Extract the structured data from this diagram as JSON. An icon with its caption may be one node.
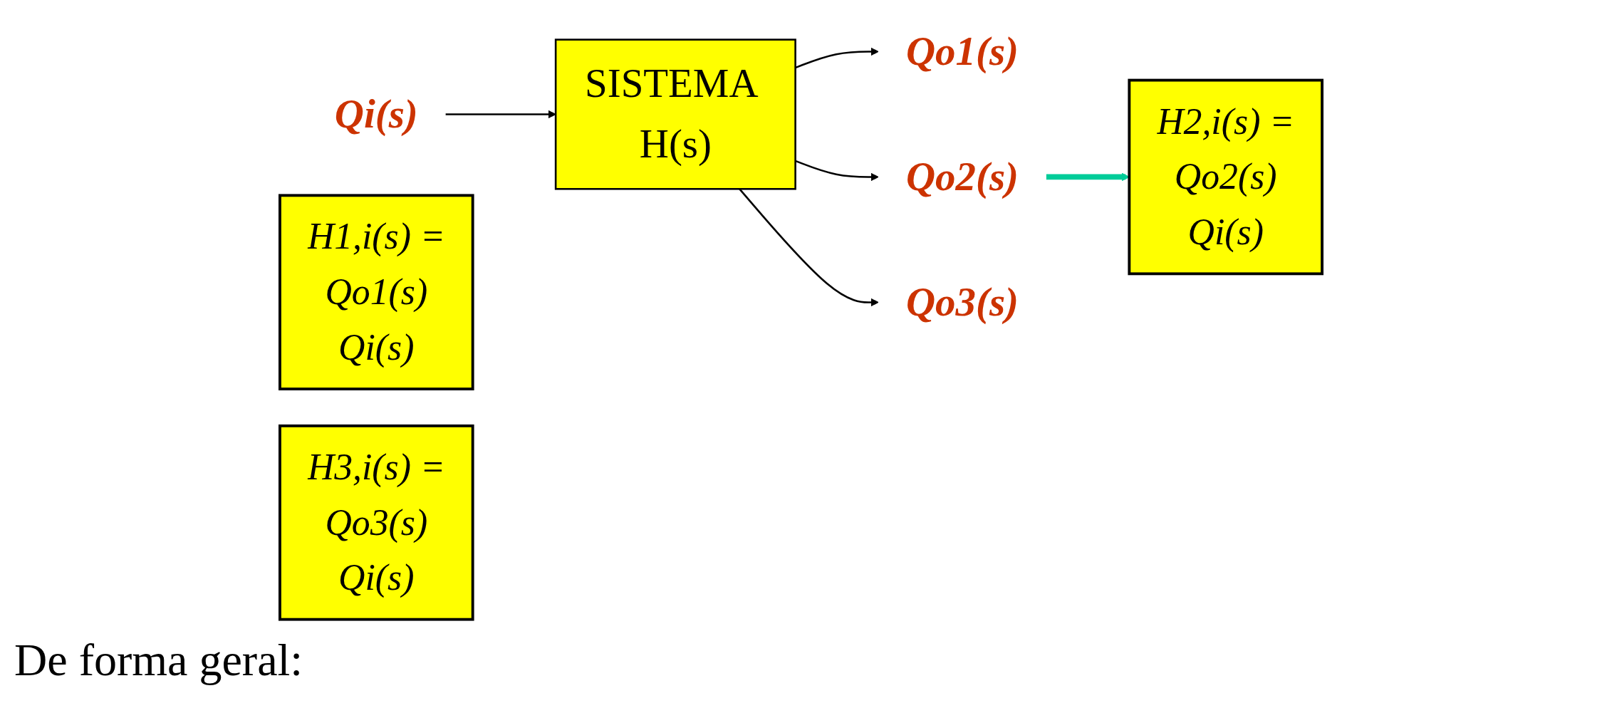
{
  "diagram": {
    "nodes": [
      {
        "text": [
          "Qi(s)"
        ]
      },
      {
        "text": [
          "SISTEMA H(s)"
        ]
      },
      {
        "text": [
          "Qo1(s)"
        ]
      },
      {
        "text": [
          "Qo2(s)"
        ]
      },
      {
        "text": [
          "Qo3(s)"
        ]
      },
      {
        "text": [
          "H1,i(s) =",
          "Qo1(s)",
          "Qi(s)"
        ]
      },
      {
        "text": [
          "H2,i(s) =",
          "Qo2(s)",
          "Qi(s)"
        ]
      },
      {
        "text": [
          "H3,i(s) =",
          "Qo3(s)",
          "Qi(s)"
        ]
      }
    ],
    "edges": [
      {
        "from": 0,
        "to": 1,
        "arrow": "to"
      },
      {
        "from": 1,
        "to": 2,
        "arrow": "to"
      },
      {
        "from": 1,
        "to": 3,
        "arrow": "to"
      },
      {
        "from": 1,
        "to": 4,
        "arrow": "to"
      },
      {
        "from": 3,
        "to": 6,
        "arrow": "to",
        "style": "thick",
        "color": "#00cc99"
      }
    ],
    "labels": [
      "De forma geral:"
    ]
  }
}
